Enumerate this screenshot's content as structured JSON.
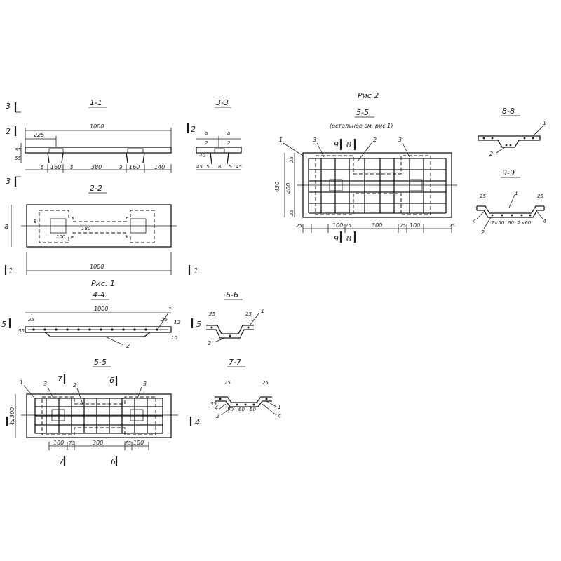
{
  "sheet": {
    "fig1_caption": "Рис. 1",
    "fig2_caption": "Рис 2",
    "fig2_note": "(остальное см. рис.1)"
  },
  "sections": {
    "s11": "1-1",
    "s22": "2-2",
    "s33": "3-3",
    "s44": "4-4",
    "s55a": "5-5",
    "s55b": "5-5",
    "s66": "6-6",
    "s77": "7-7",
    "s88": "8-8",
    "s99": "9-9"
  },
  "cut_marks": {
    "n1": "1",
    "n2": "2",
    "n3": "3",
    "n4": "4",
    "n5": "5",
    "n6": "6",
    "n7": "7",
    "n8": "8",
    "n9": "9"
  },
  "positions": {
    "p1": "1",
    "p2": "2",
    "p3": "3",
    "p4": "4"
  },
  "dims": {
    "d1000": "1000",
    "d225": "225",
    "d160": "160",
    "d380": "380",
    "d140": "140",
    "d5": "5",
    "d3": "3",
    "d35": "35",
    "d55": "55",
    "a": "a",
    "a_half": "a/2",
    "two": "2",
    "d40": "40",
    "d45": "45",
    "d8": "8",
    "d100": "100",
    "d180": "180",
    "d25": "25",
    "d10": "10",
    "d12": "12",
    "d300": "300",
    "d75": "75",
    "d430": "430",
    "d400": "400",
    "d50": "50",
    "d60": "60",
    "d2x60": "2×60"
  }
}
